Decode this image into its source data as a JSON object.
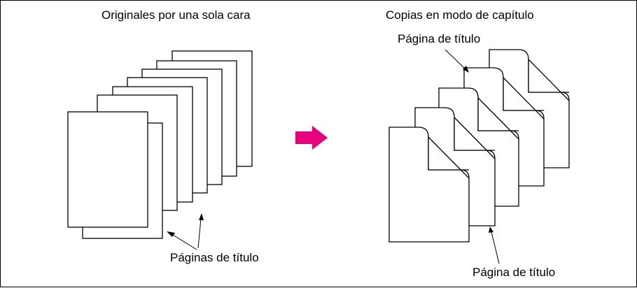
{
  "left_panel": {
    "title": "Originales por una sola cara",
    "callout": "Páginas de título"
  },
  "right_panel": {
    "title": "Copias en modo de capítulo",
    "callout_top": "Página de título",
    "callout_bottom": "Página de título"
  },
  "arrow": {
    "color": "#e6007e"
  },
  "icons": [
    "right-arrow-icon"
  ]
}
